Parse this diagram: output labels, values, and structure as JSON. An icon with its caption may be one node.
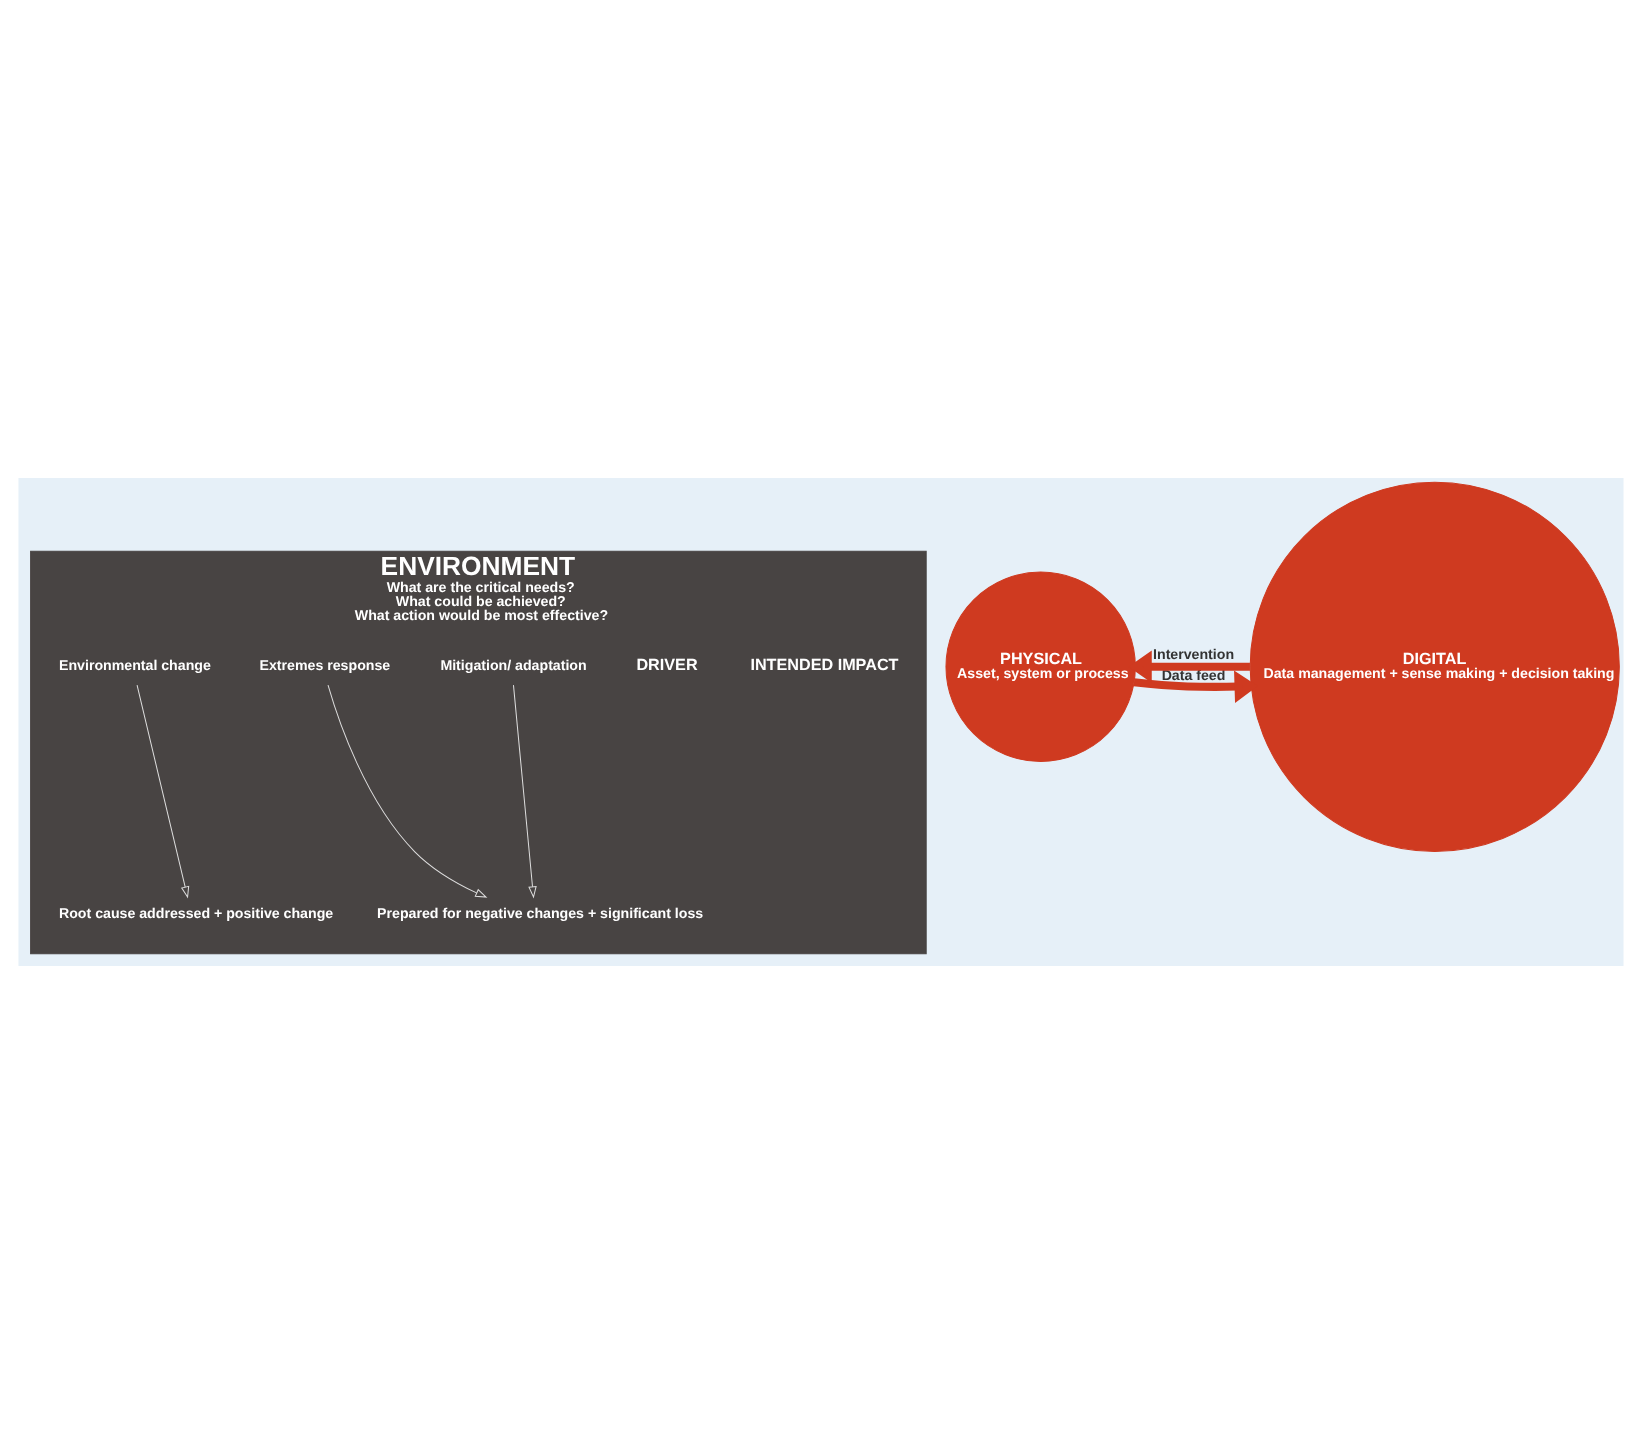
{
  "diagram": {
    "nodes": [
      {
        "text": [
          "ENVIRONMENT",
          "What are the critical needs?",
          "What could be achieved?",
          "What action would be most effective?"
        ]
      },
      {
        "text": [
          "PHYSICAL",
          "Asset, system or process"
        ]
      },
      {
        "text": [
          "DIGITAL",
          "Data management + sense making + decision taking"
        ]
      },
      {
        "text": [
          "INTENDED IMPACT"
        ],
        "in": 0
      },
      {
        "text": [
          "DRIVER"
        ],
        "in": 0
      },
      {
        "text": [
          "Prepared for negative changes + significant loss"
        ],
        "in": 0
      },
      {
        "text": [
          "Mitigation/ adaptation"
        ],
        "in": 0
      },
      {
        "text": [
          "Extremes response"
        ],
        "in": 0
      },
      {
        "text": [
          "Root cause addressed + positive change"
        ],
        "in": 0
      },
      {
        "text": [
          "Environmental change"
        ],
        "in": 0
      }
    ],
    "edges": [
      {
        "from": 1,
        "to": 2,
        "arrow": "to",
        "label": "Data feed",
        "style": "thick",
        "color": "#cf3a20"
      },
      {
        "from": 2,
        "to": 1,
        "arrow": "to",
        "label": "Intervention",
        "style": "thick",
        "color": "#cf3a20"
      },
      {
        "from": 6,
        "to": 5,
        "arrow": "to"
      },
      {
        "from": 7,
        "to": 5,
        "arrow": "to"
      },
      {
        "from": 9,
        "to": 8,
        "arrow": "to"
      }
    ]
  }
}
